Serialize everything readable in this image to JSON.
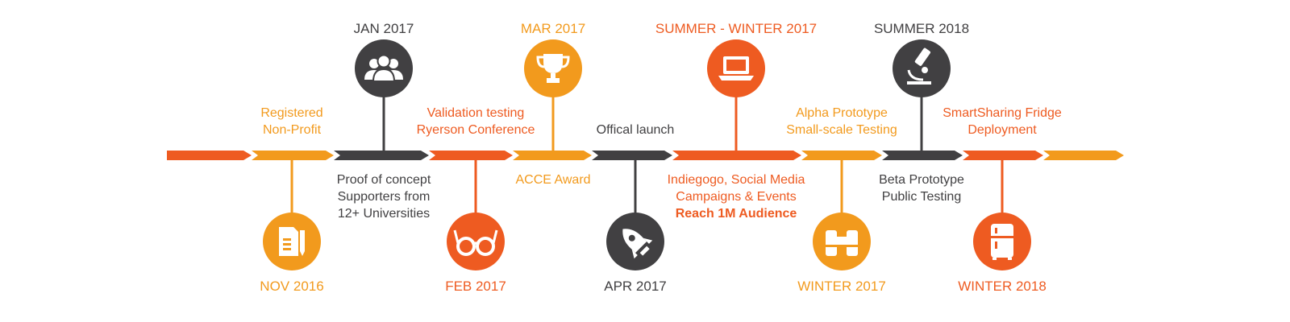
{
  "colors": {
    "orange": "#EE5B21",
    "amber": "#F29A1D",
    "dark": "#414042",
    "white": "#ffffff"
  },
  "milestones": [
    {
      "date": "NOV 2016",
      "icon": "document-pencil-icon",
      "position": "below",
      "desc": [
        "Registered",
        "Non-Profit"
      ],
      "desc_side": "above"
    },
    {
      "date": "JAN 2017",
      "icon": "group-users-icon",
      "position": "above",
      "desc": [
        "Proof of concept",
        "Supporters from",
        "12+ Universities"
      ],
      "desc_side": "below"
    },
    {
      "date": "FEB 2017",
      "icon": "glasses-icon",
      "position": "below",
      "desc": [
        "Validation testing",
        "Ryerson Conference"
      ],
      "desc_side": "above"
    },
    {
      "date": "MAR 2017",
      "icon": "trophy-icon",
      "position": "above",
      "desc": [
        "ACCE Award"
      ],
      "desc_side": "below"
    },
    {
      "date": "APR 2017",
      "icon": "rocket-icon",
      "position": "below",
      "desc": [
        "Offical launch"
      ],
      "desc_side": "above"
    },
    {
      "date": "SUMMER - WINTER 2017",
      "icon": "laptop-icon",
      "position": "above",
      "desc": [
        "Indiegogo, Social Media",
        "Campaigns & Events"
      ],
      "desc_strong": "Reach 1M Audience",
      "desc_side": "below"
    },
    {
      "date": "WINTER 2017",
      "icon": "binoculars-icon",
      "position": "below",
      "desc": [
        "Alpha Prototype",
        "Small-scale Testing"
      ],
      "desc_side": "above"
    },
    {
      "date": "SUMMER 2018",
      "icon": "microscope-icon",
      "position": "above",
      "desc": [
        "Beta Prototype",
        "Public Testing"
      ],
      "desc_side": "below"
    },
    {
      "date": "WINTER 2018",
      "icon": "fridge-icon",
      "position": "below",
      "desc": [
        "SmartSharing Fridge",
        "Deployment"
      ],
      "desc_side": "above"
    }
  ]
}
